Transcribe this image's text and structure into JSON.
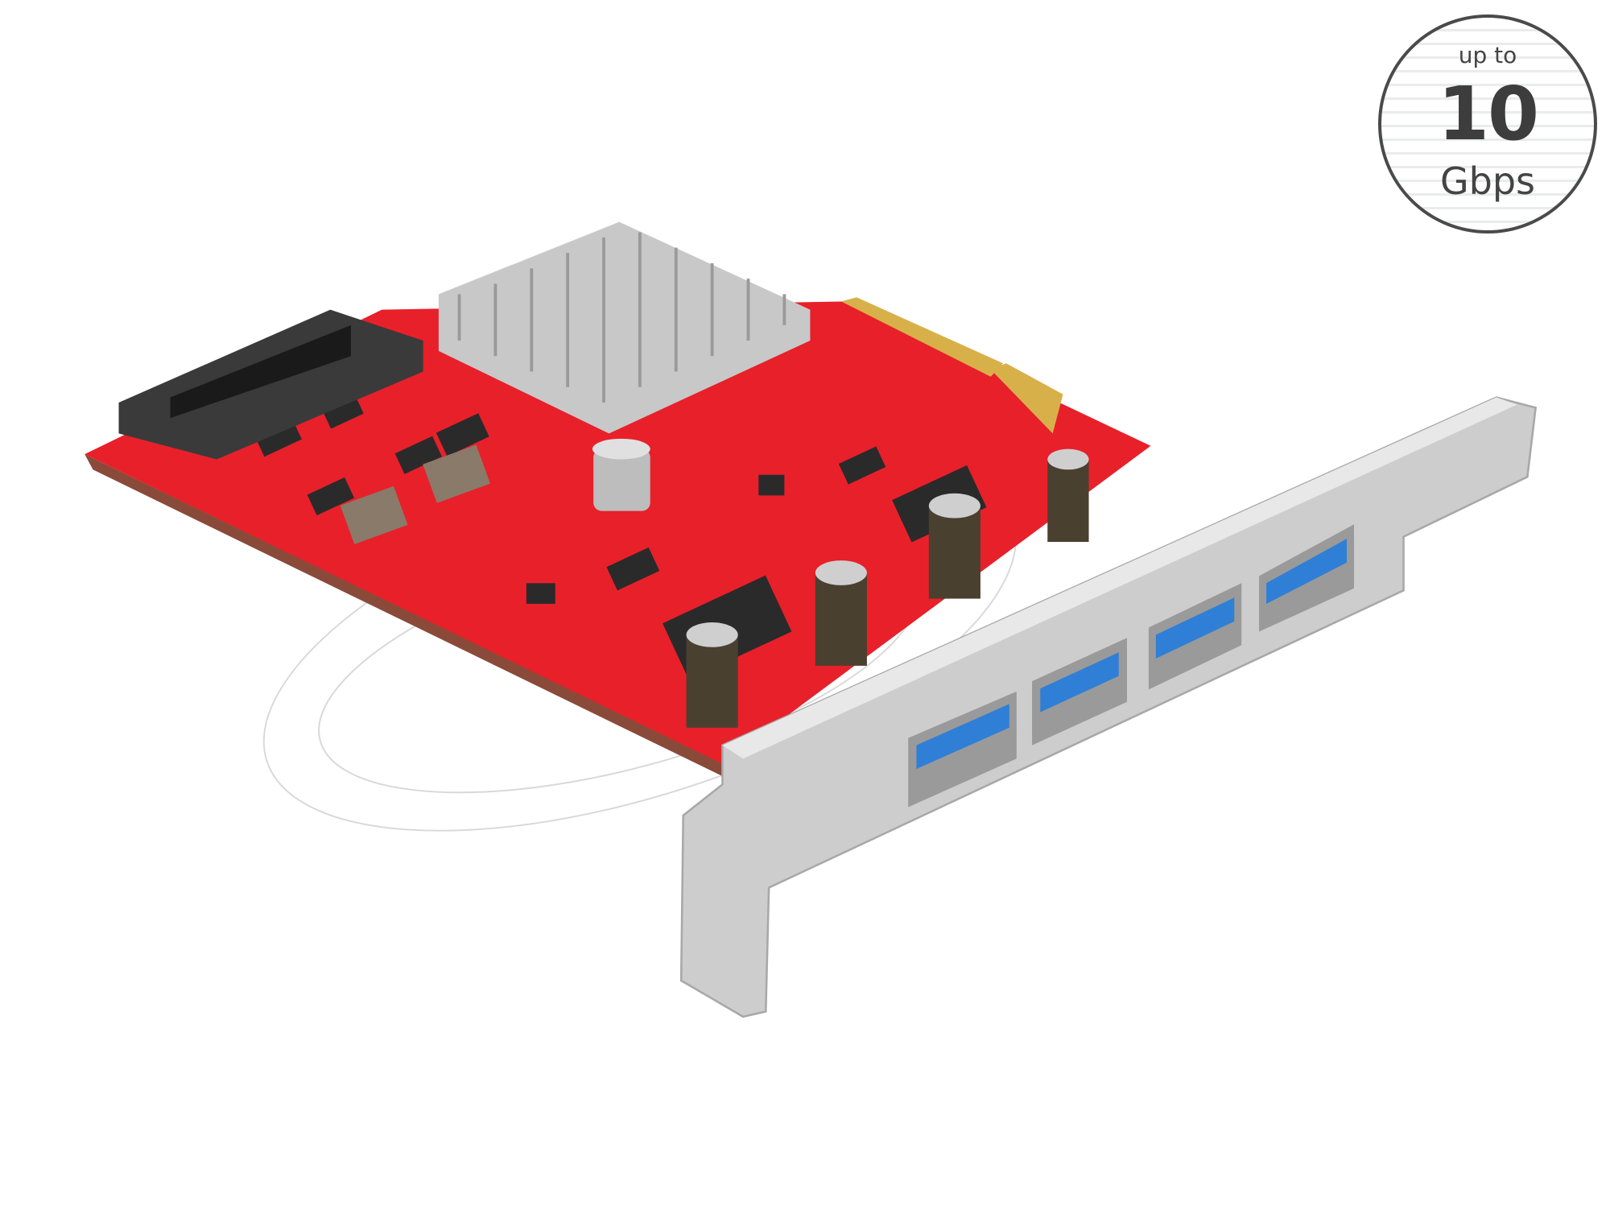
{
  "badge": {
    "line1": "up to",
    "value": "10",
    "unit": "Gbps"
  },
  "product": {
    "board_color": "#e8202a",
    "bracket_color": "#c9c9c9",
    "port_color": "#2f7fd6",
    "heatsink_color": "#d6d6d6",
    "usb_ports": 4
  }
}
